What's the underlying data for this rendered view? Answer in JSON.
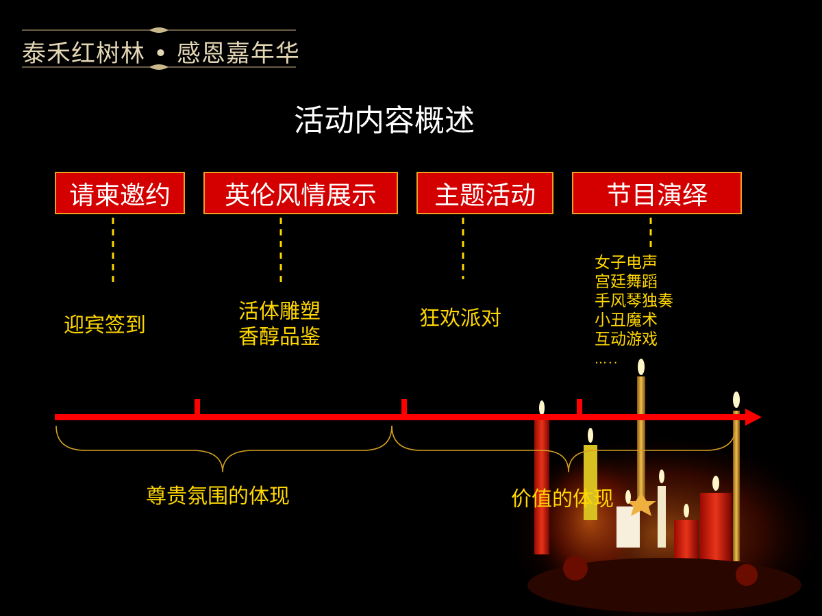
{
  "brand": {
    "text": "泰禾红树林 • 感恩嘉年华"
  },
  "title": "活动内容概述",
  "stages": [
    {
      "label": "请柬邀约",
      "details": [
        "迎宾签到"
      ]
    },
    {
      "label": "英伦风情展示",
      "details": [
        "活体雕塑",
        "香醇品鉴"
      ]
    },
    {
      "label": "主题活动",
      "details": [
        "狂欢派对"
      ]
    },
    {
      "label": "节目演绎",
      "details": [
        "女子电声",
        "宫廷舞蹈",
        "手风琴独奏",
        "小丑魔术",
        "互动游戏",
        "….."
      ]
    }
  ],
  "summaries": [
    {
      "label": "尊贵氛围的体现"
    },
    {
      "label": "价值的体现"
    }
  ],
  "colors": {
    "box": "#d40000",
    "box_border": "#f0a020",
    "accent_text": "#ffd700",
    "timeline": "#ff0000",
    "brace": "#d4a020"
  }
}
